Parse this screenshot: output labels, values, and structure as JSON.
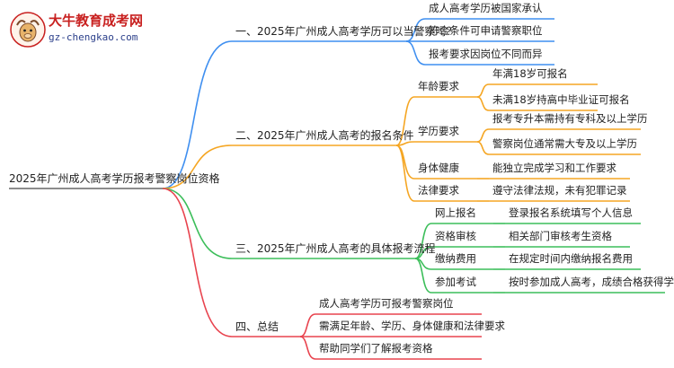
{
  "logo": {
    "title": "大牛教育成考网",
    "url": "gz-chengkao.com"
  },
  "colors": {
    "blue": "#3f8ff0",
    "orange": "#f5a623",
    "green": "#3cbe5a",
    "red": "#e8434e",
    "purple": "#9a72c8"
  },
  "mindmap": {
    "root": "2025年广州成人高考学历报考警察岗位资格",
    "branches": [
      {
        "label": "一、2025年广州成人高考学历可以当警察吗？",
        "color": "blue",
        "leaves": [
          "成人高考学历被国家承认",
          "符合条件可申请警察职位",
          "报考要求因岗位不同而异"
        ]
      },
      {
        "label": "二、2025年广州成人高考的报名条件",
        "color": "orange",
        "children": [
          {
            "label": "年龄要求",
            "leaves": [
              "年满18岁可报名",
              "未满18岁持高中毕业证可报名"
            ]
          },
          {
            "label": "学历要求",
            "leaves": [
              "报考专升本需持有专科及以上学历",
              "警察岗位通常需大专及以上学历"
            ]
          },
          {
            "label": "身体健康",
            "leaves": [
              "能独立完成学习和工作要求"
            ]
          },
          {
            "label": "法律要求",
            "leaves": [
              "遵守法律法规，未有犯罪记录"
            ]
          }
        ]
      },
      {
        "label": "三、2025年广州成人高考的具体报考流程",
        "color": "green",
        "children": [
          {
            "label": "网上报名",
            "leaves": [
              "登录报名系统填写个人信息"
            ]
          },
          {
            "label": "资格审核",
            "leaves": [
              "相关部门审核考生资格"
            ]
          },
          {
            "label": "缴纳费用",
            "leaves": [
              "在规定时间内缴纳报名费用"
            ]
          },
          {
            "label": "参加考试",
            "leaves": [
              "按时参加成人高考，成绩合格获得学历证书"
            ]
          }
        ]
      },
      {
        "label": "四、总结",
        "color": "red",
        "leaves": [
          "成人高考学历可报考警察岗位",
          "需满足年龄、学历、身体健康和法律要求",
          "帮助同学们了解报考资格"
        ]
      }
    ]
  }
}
